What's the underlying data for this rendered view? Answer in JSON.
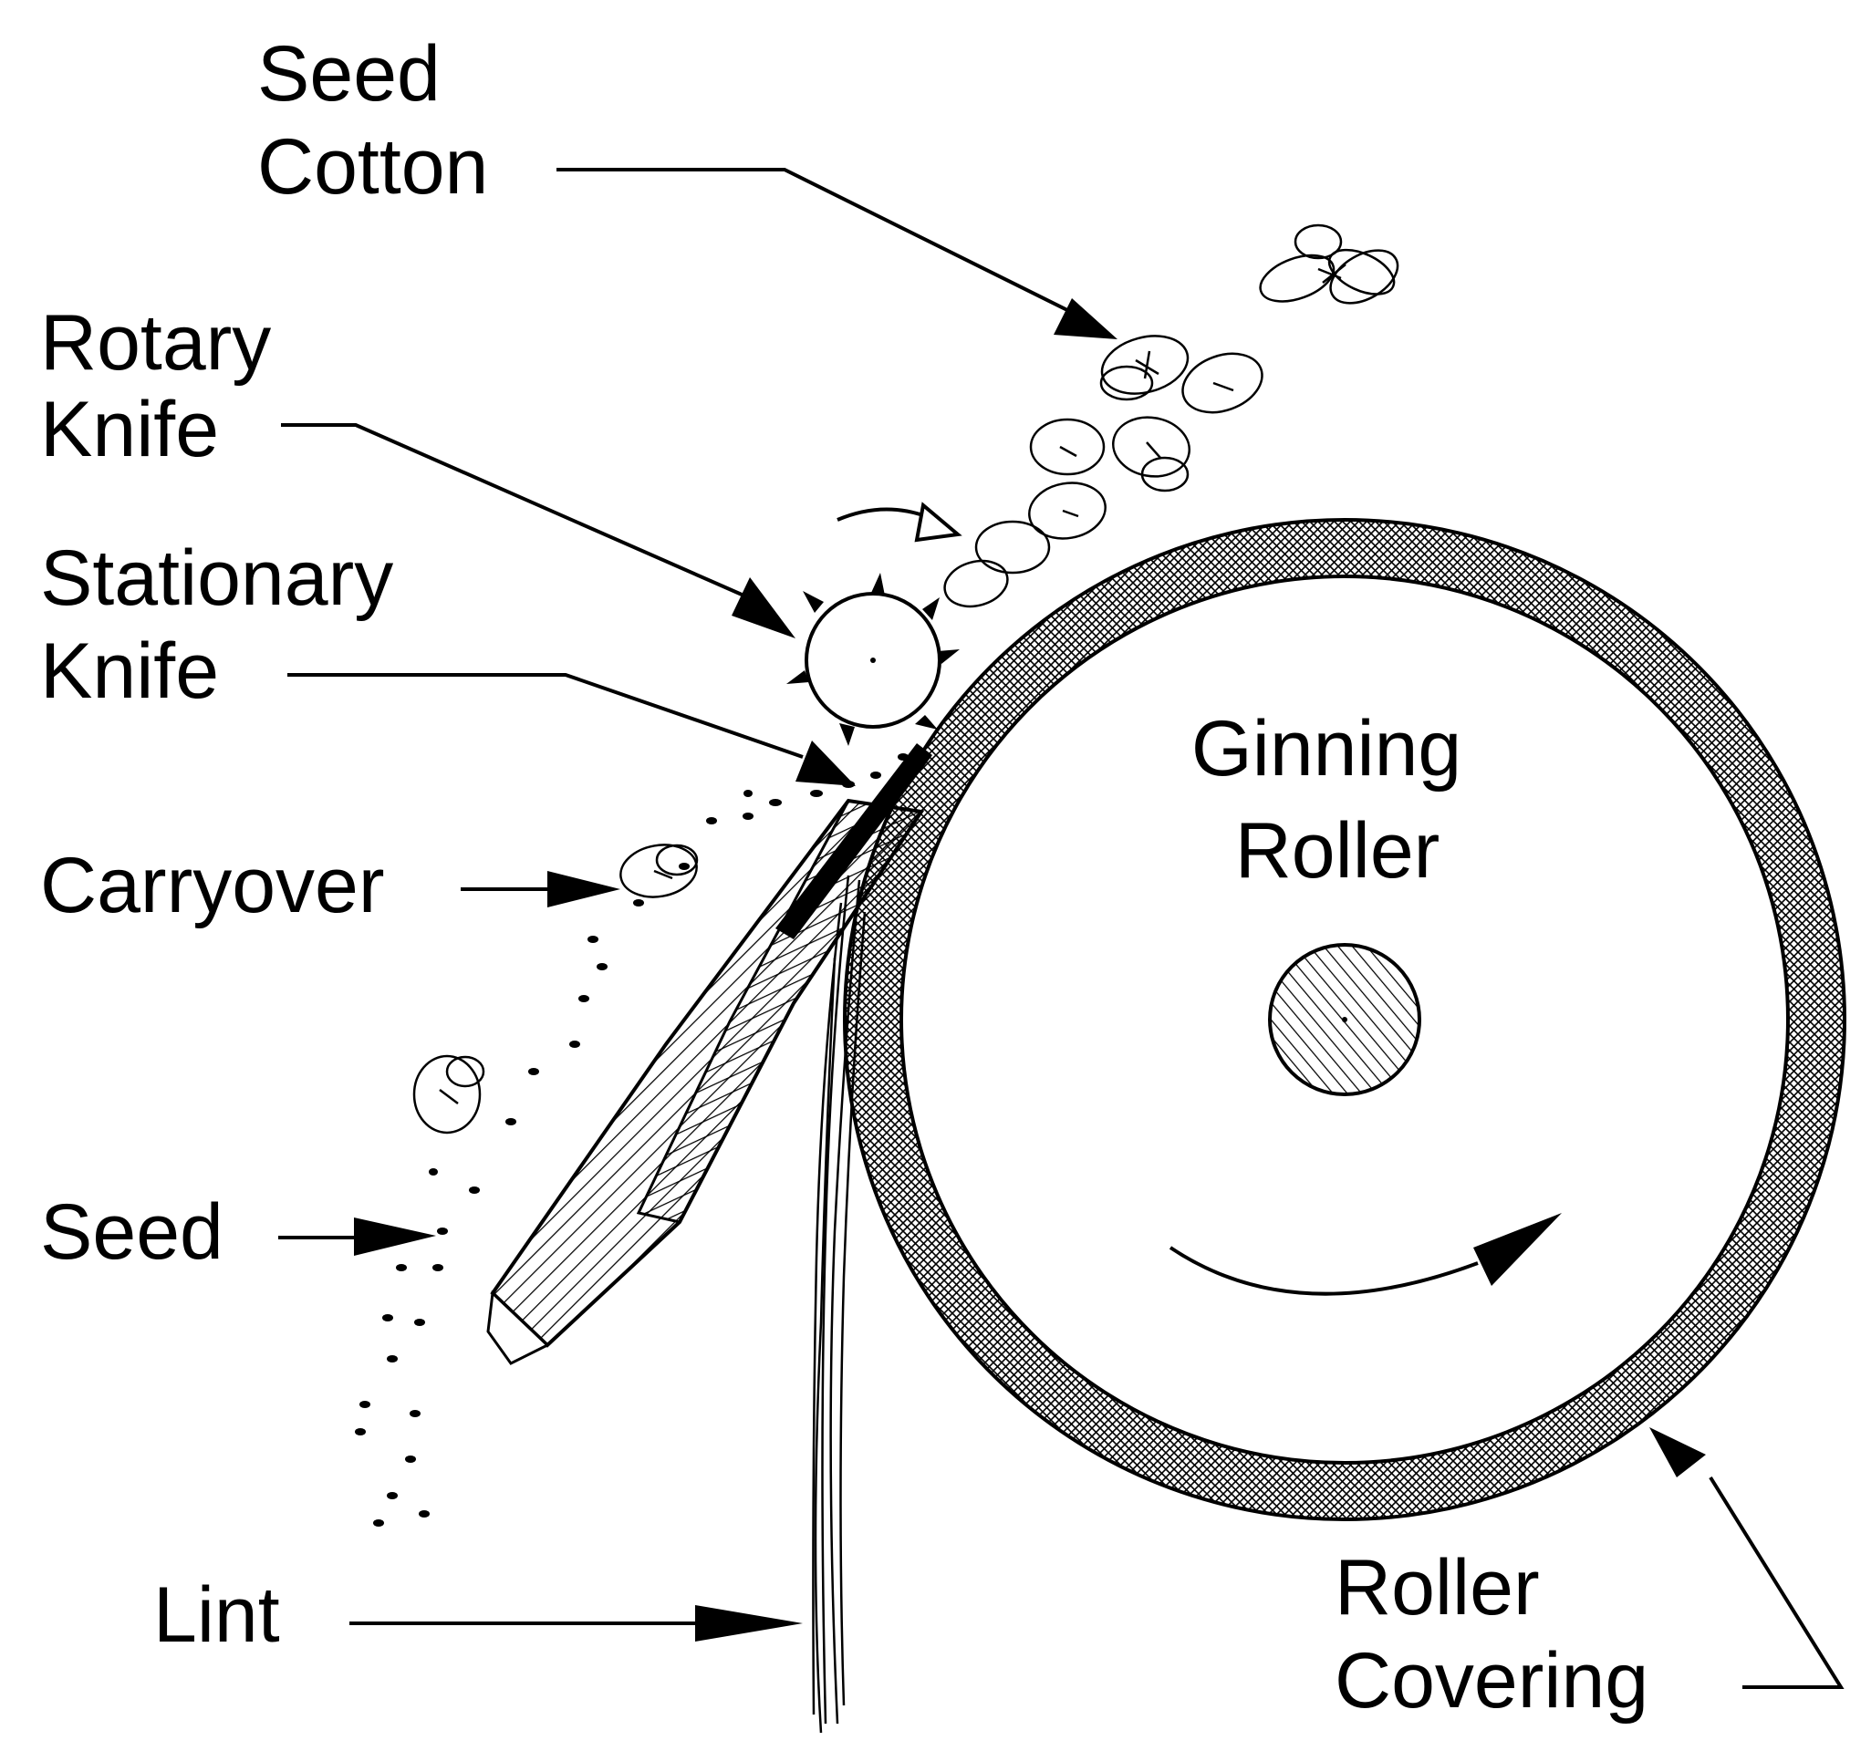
{
  "labels": {
    "seed_cotton": [
      "Seed",
      "Cotton"
    ],
    "rotary_knife": [
      "Rotary",
      "Knife"
    ],
    "stationary_knife": [
      "Stationary",
      "Knife"
    ],
    "carryover": "Carryover",
    "seed": "Seed",
    "lint": "Lint",
    "ginning_roller": [
      "Ginning",
      "Roller"
    ],
    "roller_covering": [
      "Roller",
      "Covering"
    ]
  },
  "colors": {
    "ink": "#000000",
    "background": "#ffffff"
  }
}
